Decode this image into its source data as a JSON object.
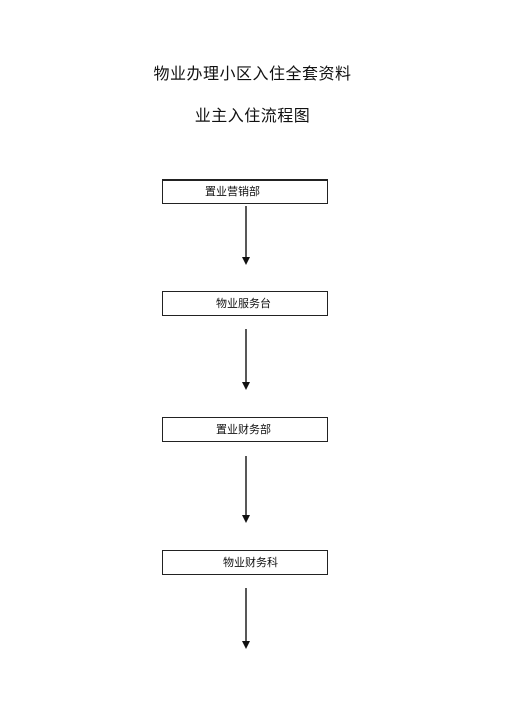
{
  "document": {
    "title": "物业办理小区入住全套资料",
    "subtitle": "业主入住流程图"
  },
  "flowchart": {
    "steps": [
      {
        "label": "置业营销部"
      },
      {
        "label": "物业服务台"
      },
      {
        "label": "置业财务部"
      },
      {
        "label": "物业财务科"
      }
    ],
    "connector_color": "#111111"
  }
}
